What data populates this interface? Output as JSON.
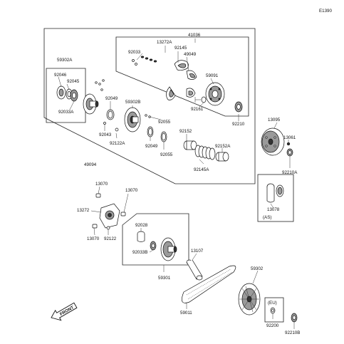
{
  "diagram_id": "E1390",
  "labels": {
    "p13272A": "13272A",
    "p41036": "41036",
    "p92145": "92145",
    "p92033_top": "92033",
    "p49049": "49049",
    "p59302A": "59302A",
    "p59091": "59091",
    "p92046": "92046",
    "p92045": "92045",
    "p92049_a": "92049",
    "p92033A": "92033A",
    "p59302B": "59302B",
    "p92161": "92161",
    "p92055_a": "92055",
    "p92210": "92210",
    "p13095": "13095",
    "p92043": "92043",
    "p92122A": "92122A",
    "p92049_b": "92049",
    "p92152": "92152",
    "p13061": "13061",
    "p92055_b": "92055",
    "p92152A": "92152A",
    "p49094": "49094",
    "p92145A": "92145A",
    "p92210A": "92210A",
    "p13070_a": "13070",
    "p13070_b": "13070",
    "p13078": "13078",
    "p13272": "13272",
    "pAS": "(AS)",
    "p92028": "92028",
    "p13070_c": "13070",
    "p92122": "92122",
    "p92033B": "92033B",
    "p13107": "13107",
    "p59301": "59301",
    "p59302": "59302",
    "pEU": "(EU)",
    "p92200": "92200",
    "p59011": "59011",
    "p92210B": "92210B",
    "front": "FRONT"
  },
  "icons": [
    "front-arrow-icon"
  ]
}
